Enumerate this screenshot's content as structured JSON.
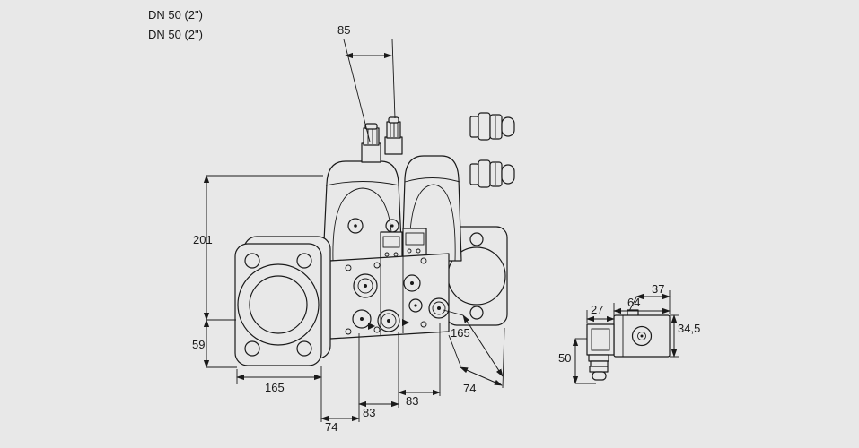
{
  "labels": {
    "dn_line1": "DN 50 (2\")",
    "dn_line2": "DN 50 (2\")"
  },
  "dims": {
    "d85": "85",
    "d201": "201",
    "d59": "59",
    "d165_left": "165",
    "d74_bottom": "74",
    "d83_a": "83",
    "d83_b": "83",
    "d165_right": "165",
    "d74_right": "74"
  },
  "acc_dims": {
    "d27": "27",
    "d64": "64",
    "d37": "37",
    "d34_5": "34,5",
    "d50": "50"
  },
  "colors": {
    "background": "#e8e8e8",
    "line": "#1a1a1a"
  }
}
